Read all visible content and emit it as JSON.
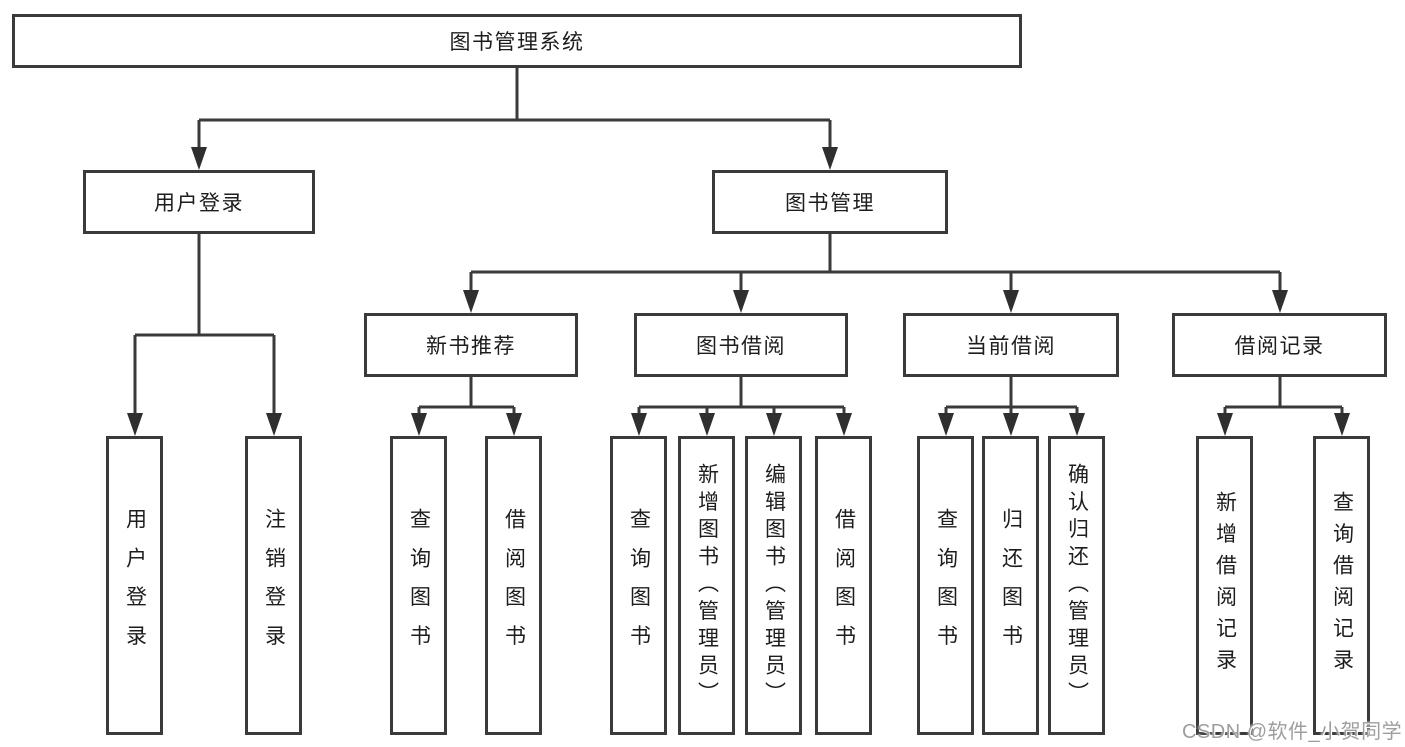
{
  "colors": {
    "line": "#3a3a3a",
    "box_border": "#3a3a3a",
    "text": "#1d1d1d",
    "watermark": "#9e9e9e",
    "background": "#ffffff"
  },
  "tree": {
    "root": "图书管理系统",
    "children": [
      {
        "label": "用户登录",
        "children": [
          "用户登录",
          "注销登录"
        ]
      },
      {
        "label": "图书管理",
        "children": [
          {
            "label": "新书推荐",
            "children": [
              "查询图书",
              "借阅图书"
            ]
          },
          {
            "label": "图书借阅",
            "children": [
              "查询图书",
              "新增图书（管理员）",
              "编辑图书（管理员）",
              "借阅图书"
            ]
          },
          {
            "label": "当前借阅",
            "children": [
              "查询图书",
              "归还图书",
              "确认归还（管理员）"
            ]
          },
          {
            "label": "借阅记录",
            "children": [
              "新增借阅记录",
              "查询借阅记录"
            ]
          }
        ]
      }
    ]
  },
  "watermark": {
    "text": "CSDN @软件_小贺同学"
  }
}
